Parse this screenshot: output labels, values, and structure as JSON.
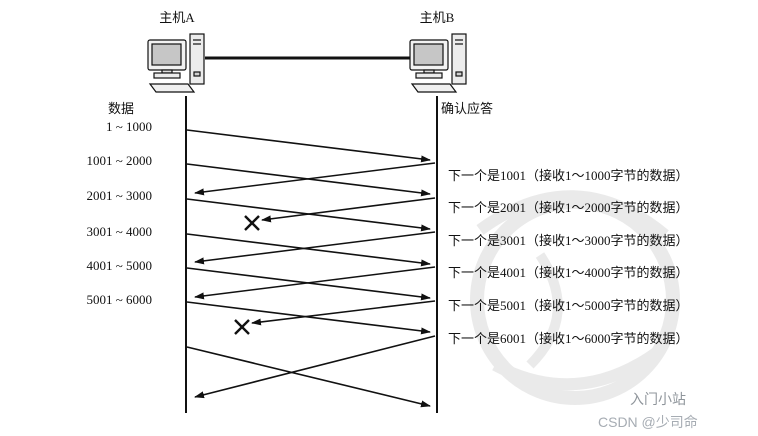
{
  "hosts": {
    "a_label": "主机A",
    "b_label": "主机B"
  },
  "lanes": {
    "left_title": "数据",
    "right_title": "确认应答"
  },
  "data_segments": [
    "1 ~ 1000",
    "1001 ~ 2000",
    "2001 ~ 3000",
    "3001 ~ 4000",
    "4001 ~ 5000",
    "5001 ~ 6000"
  ],
  "ack_messages": [
    "下一个是1001（接收1～1000字节的数据）",
    "下一个是2001（接收1～2000字节的数据）",
    "下一个是3001（接收1～3000字节的数据）",
    "下一个是4001（接收1～4000字节的数据）",
    "下一个是5001（接收1～5000字节的数据）",
    "下一个是6001（接收1～6000字节的数据）"
  ],
  "lost_ack_indices": [
    1,
    4
  ],
  "watermarks": {
    "site": "入门小站",
    "credit": "CSDN @少司命"
  },
  "colors": {
    "line": "#111111",
    "watermark_text": "#9aa0a6",
    "watermark_shape": "#d2d2d2"
  }
}
